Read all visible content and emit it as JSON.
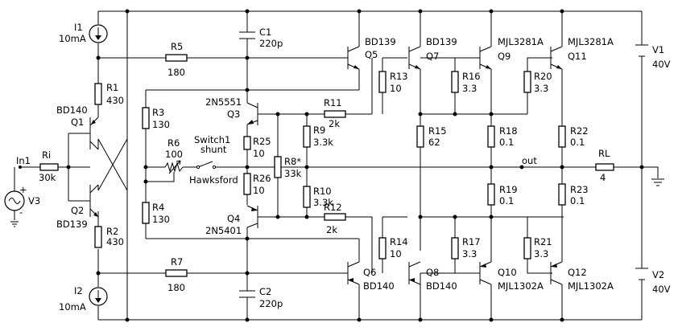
{
  "components": {
    "I1": {
      "name": "I1",
      "value": "10mA"
    },
    "I2": {
      "name": "I2",
      "value": "10mA"
    },
    "R1": {
      "name": "R1",
      "value": "430"
    },
    "R2": {
      "name": "R2",
      "value": "430"
    },
    "R3": {
      "name": "R3",
      "value": "130"
    },
    "R4": {
      "name": "R4",
      "value": "130"
    },
    "R5": {
      "name": "R5",
      "value": "180"
    },
    "R6": {
      "name": "R6",
      "value": "100"
    },
    "R7": {
      "name": "R7",
      "value": "180"
    },
    "R8": {
      "name": "R8*",
      "value": "33k"
    },
    "R9": {
      "name": "R9",
      "value": "3.3k"
    },
    "R10": {
      "name": "R10",
      "value": "3.3k"
    },
    "R11": {
      "name": "R11",
      "value": "2k"
    },
    "R12": {
      "name": "R12",
      "value": "2k"
    },
    "R13": {
      "name": "R13",
      "value": "10"
    },
    "R14": {
      "name": "R14",
      "value": "10"
    },
    "R15": {
      "name": "R15",
      "value": "62"
    },
    "R16": {
      "name": "R16",
      "value": "3.3"
    },
    "R17": {
      "name": "R17",
      "value": "3.3"
    },
    "R18": {
      "name": "R18",
      "value": "0.1"
    },
    "R19": {
      "name": "R19",
      "value": "0.1"
    },
    "R20": {
      "name": "R20",
      "value": "3.3"
    },
    "R21": {
      "name": "R21",
      "value": "3.3"
    },
    "R22": {
      "name": "R22",
      "value": "0.1"
    },
    "R23": {
      "name": "R23",
      "value": "0.1"
    },
    "R25": {
      "name": "R25",
      "value": "10"
    },
    "R26": {
      "name": "R26",
      "value": "10"
    },
    "Ri": {
      "name": "Ri",
      "value": "30k"
    },
    "RL": {
      "name": "RL",
      "value": "4"
    },
    "C1": {
      "name": "C1",
      "value": "220p"
    },
    "C2": {
      "name": "C2",
      "value": "220p"
    },
    "Q1": {
      "name": "Q1",
      "part": "BD140"
    },
    "Q2": {
      "name": "Q2",
      "part": "BD139"
    },
    "Q3": {
      "name": "Q3",
      "part": "2N5551"
    },
    "Q4": {
      "name": "Q4",
      "part": "2N5401"
    },
    "Q5": {
      "name": "Q5",
      "part": "BD139"
    },
    "Q6": {
      "name": "Q6",
      "part": "BD140"
    },
    "Q7": {
      "name": "Q7",
      "part": "BD139"
    },
    "Q8": {
      "name": "Q8",
      "part": "BD140"
    },
    "Q9": {
      "name": "Q9",
      "part": "MJL3281A"
    },
    "Q10": {
      "name": "Q10",
      "part": "MJL1302A"
    },
    "Q11": {
      "name": "Q11",
      "part": "MJL3281A"
    },
    "Q12": {
      "name": "Q12",
      "part": "MJL1302A"
    },
    "V1": {
      "name": "V1",
      "value": "40V"
    },
    "V2": {
      "name": "V2",
      "value": "40V"
    },
    "V3": {
      "name": "V3"
    },
    "In1": {
      "name": "In1"
    },
    "Switch1": {
      "line1": "Switch1",
      "line2": "shunt",
      "note": "Hawksford"
    }
  },
  "nets": {
    "out": "out",
    "plus": "+",
    "minus": "-"
  }
}
